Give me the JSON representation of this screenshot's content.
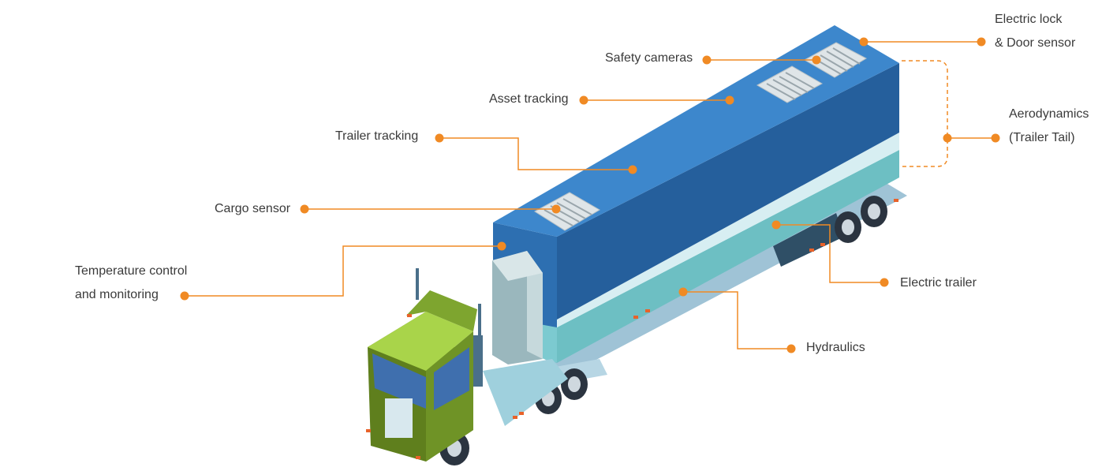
{
  "labels": {
    "electric_lock": [
      "Electric lock",
      "& Door sensor"
    ],
    "safety_cameras": "Safety cameras",
    "asset_tracking": "Asset tracking",
    "trailer_tracking": "Trailer tracking",
    "aerodynamics": [
      "Aerodynamics",
      "(Trailer Tail)"
    ],
    "cargo_sensor": "Cargo sensor",
    "temperature": [
      "Temperature control",
      "and monitoring"
    ],
    "electric_trailer": "Electric trailer",
    "hydraulics": "Hydraulics"
  },
  "colors": {
    "accent": "#f08a24",
    "trailer_top": "#3d87cc",
    "trailer_side": "#255f9c",
    "trailer_band": "#6dbfc3",
    "cab_green": "#7ea52f",
    "text": "#3a3a3a"
  }
}
